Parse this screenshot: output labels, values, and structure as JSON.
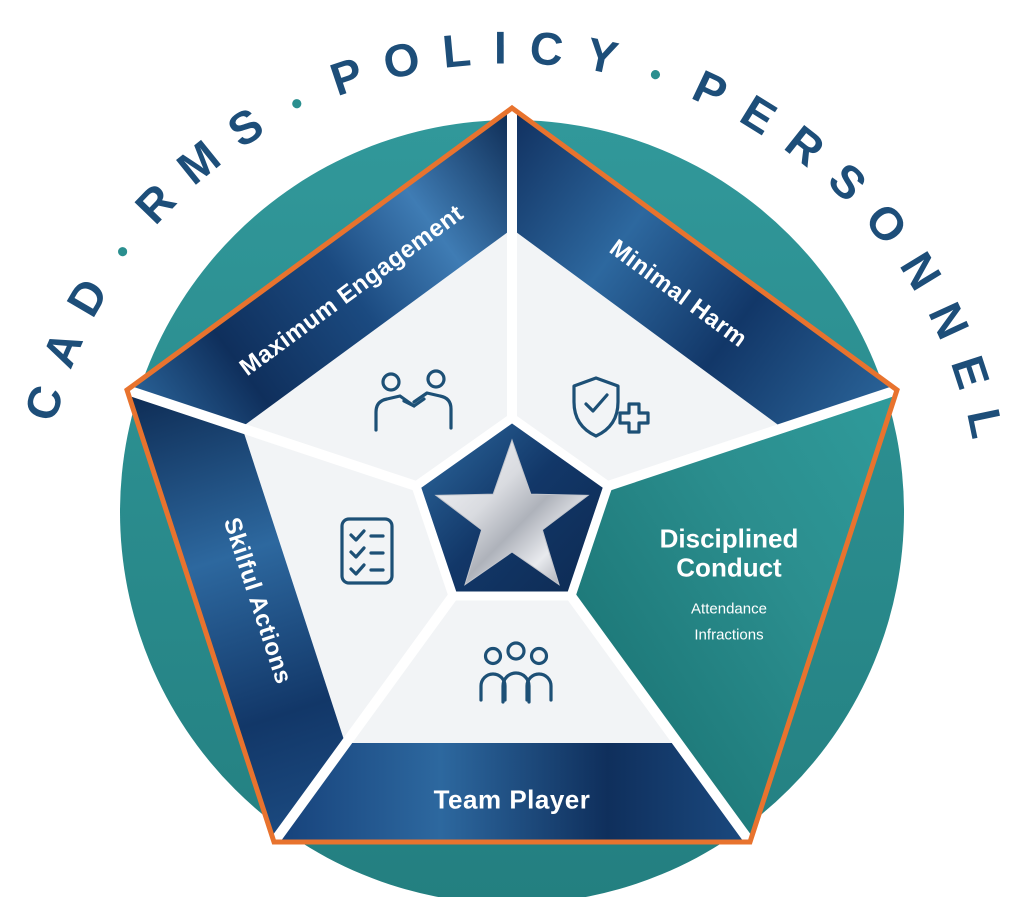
{
  "ring": {
    "words": [
      "CAD",
      "RMS",
      "POLICY",
      "PERSONNEL"
    ],
    "bullet": "•",
    "text_color": "#1d4e79",
    "bullet_color": "#2a8f8f"
  },
  "segments": {
    "top_left": {
      "label": "Maximum Engagement",
      "icon": "handshake-icon"
    },
    "top_right": {
      "label": "Minimal Harm",
      "icon": "shield-plus-icon"
    },
    "right": {
      "label": "Disciplined Conduct",
      "sublabel": "Attendance Infractions"
    },
    "bottom": {
      "label": "Team Player",
      "icon": "team-icon"
    },
    "left": {
      "label": "Skilful Actions",
      "icon": "checklist-icon"
    }
  },
  "center": {
    "icon": "star-icon"
  },
  "colors": {
    "teal_circle": "#2a8f8f",
    "teal_wedge": "#2b8e8e",
    "navy_band_dark": "#0d2a52",
    "navy_band_light": "#3f7cb4",
    "orange_border": "#e8732e",
    "inner_bg": "#f2f4f6",
    "icon_stroke": "#1d5076",
    "label_text": "#ffffff"
  }
}
